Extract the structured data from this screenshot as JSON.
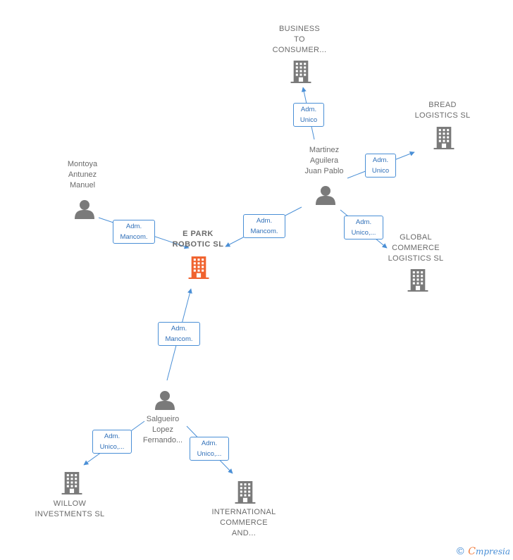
{
  "companies": [
    {
      "id": "main",
      "label": "E PARK\nROBOTIC  SL",
      "main": true
    },
    {
      "id": "business",
      "label": "BUSINESS\nTO\nCONSUMER..."
    },
    {
      "id": "bread",
      "label": "BREAD\nLOGISTICS  SL"
    },
    {
      "id": "global",
      "label": "GLOBAL\nCOMMERCE\nLOGISTICS  SL"
    },
    {
      "id": "willow",
      "label": "WILLOW\nINVESTMENTS SL"
    },
    {
      "id": "international",
      "label": "INTERNATIONAL\nCOMMERCE\nAND..."
    }
  ],
  "persons": [
    {
      "id": "montoya",
      "label": "Montoya\nAntunez\nManuel"
    },
    {
      "id": "martinez",
      "label": "Martinez\nAguilera\nJuan Pablo"
    },
    {
      "id": "salgueiro",
      "label": "Salgueiro\nLopez\nFernando..."
    }
  ],
  "edges": [
    {
      "id": "e1",
      "label": "Adm.\nUnico"
    },
    {
      "id": "e2",
      "label": "Adm.\nUnico"
    },
    {
      "id": "e3",
      "label": "Adm.\nUnico,..."
    },
    {
      "id": "e4",
      "label": "Adm.\nMancom."
    },
    {
      "id": "e5",
      "label": "Adm.\nMancom."
    },
    {
      "id": "e6",
      "label": "Adm.\nMancom."
    },
    {
      "id": "e7",
      "label": "Adm.\nUnico,..."
    },
    {
      "id": "e8",
      "label": "Adm.\nUnico,..."
    }
  ],
  "watermark": {
    "copyright": "©",
    "brand_first": "C",
    "brand_rest": "mpresia"
  },
  "colors": {
    "edge": "#4a8fd6",
    "node": "#7a7a7a",
    "main_node": "#f0632f"
  }
}
